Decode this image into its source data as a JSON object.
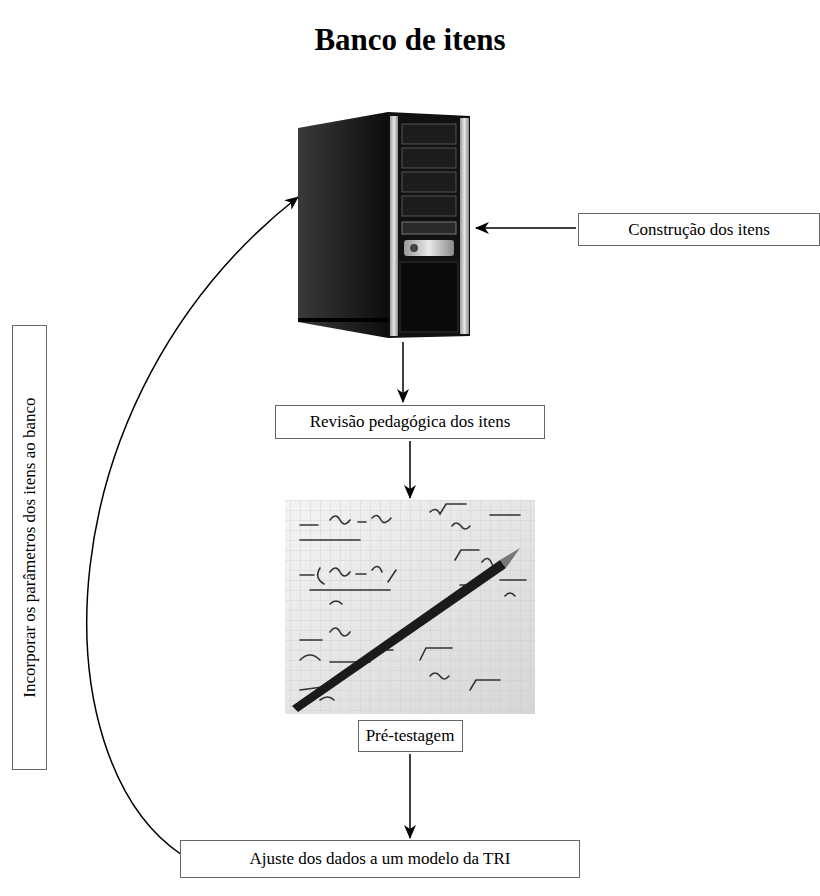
{
  "diagram": {
    "title": "Banco de itens",
    "nodes": [
      {
        "text": [
          "Construção dos itens"
        ]
      },
      {
        "text": [
          "Revisão pedagógica dos itens"
        ]
      },
      {
        "text": [
          "Pré-testagem"
        ]
      },
      {
        "text": [
          "Ajuste dos dados a um modelo da TRI"
        ]
      },
      {
        "text": [
          "Incorporar os parâmetros dos itens ao banco"
        ]
      }
    ],
    "edges": [
      {
        "from": 1,
        "to": 2,
        "arrow": "to"
      },
      {
        "from": 2,
        "to": 3,
        "arrow": "to"
      }
    ]
  }
}
